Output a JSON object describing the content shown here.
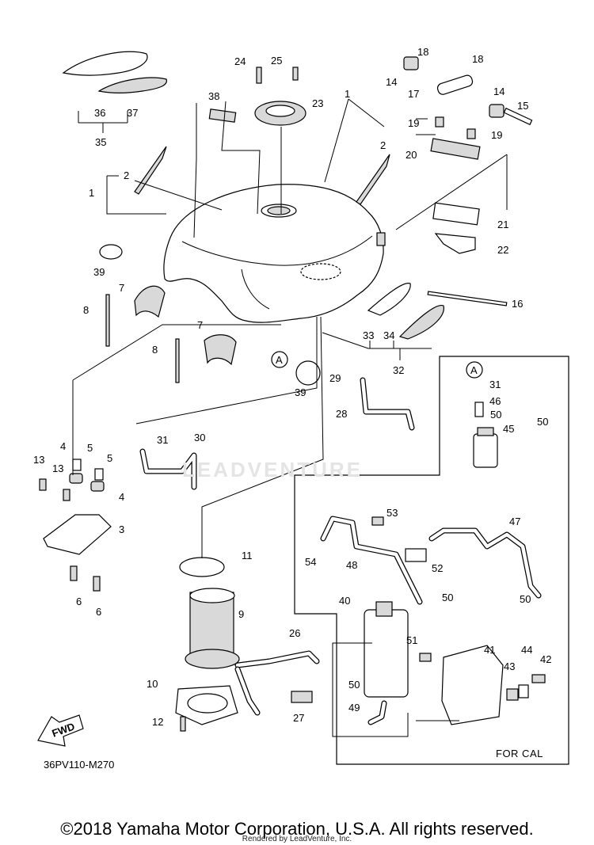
{
  "diagram": {
    "code": "36PV110-M270",
    "for_cal_label": "FOR CAL",
    "fwd_label": "FWD",
    "ref_marker": "A",
    "copyright": "©2018 Yamaha Motor Corporation, U.S.A. All rights reserved.",
    "render_credit": "Rendered by LeadVenture, Inc.",
    "watermark": "LEADVENTURE"
  },
  "callouts": [
    {
      "id": "c1a",
      "text": "1"
    },
    {
      "id": "c1b",
      "text": "1"
    },
    {
      "id": "c2a",
      "text": "2"
    },
    {
      "id": "c2b",
      "text": "2"
    },
    {
      "id": "c3",
      "text": "3"
    },
    {
      "id": "c4a",
      "text": "4"
    },
    {
      "id": "c4b",
      "text": "4"
    },
    {
      "id": "c5a",
      "text": "5"
    },
    {
      "id": "c5b",
      "text": "5"
    },
    {
      "id": "c6a",
      "text": "6"
    },
    {
      "id": "c6b",
      "text": "6"
    },
    {
      "id": "c7a",
      "text": "7"
    },
    {
      "id": "c7b",
      "text": "7"
    },
    {
      "id": "c8a",
      "text": "8"
    },
    {
      "id": "c8b",
      "text": "8"
    },
    {
      "id": "c9",
      "text": "9"
    },
    {
      "id": "c10",
      "text": "10"
    },
    {
      "id": "c11",
      "text": "11"
    },
    {
      "id": "c12",
      "text": "12"
    },
    {
      "id": "c13a",
      "text": "13"
    },
    {
      "id": "c13b",
      "text": "13"
    },
    {
      "id": "c14a",
      "text": "14"
    },
    {
      "id": "c14b",
      "text": "14"
    },
    {
      "id": "c15",
      "text": "15"
    },
    {
      "id": "c16",
      "text": "16"
    },
    {
      "id": "c17",
      "text": "17"
    },
    {
      "id": "c18a",
      "text": "18"
    },
    {
      "id": "c18b",
      "text": "18"
    },
    {
      "id": "c19a",
      "text": "19"
    },
    {
      "id": "c19b",
      "text": "19"
    },
    {
      "id": "c20",
      "text": "20"
    },
    {
      "id": "c21",
      "text": "21"
    },
    {
      "id": "c22",
      "text": "22"
    },
    {
      "id": "c23",
      "text": "23"
    },
    {
      "id": "c24",
      "text": "24"
    },
    {
      "id": "c25",
      "text": "25"
    },
    {
      "id": "c26",
      "text": "26"
    },
    {
      "id": "c27",
      "text": "27"
    },
    {
      "id": "c28",
      "text": "28"
    },
    {
      "id": "c29",
      "text": "29"
    },
    {
      "id": "c30",
      "text": "30"
    },
    {
      "id": "c31a",
      "text": "31"
    },
    {
      "id": "c31b",
      "text": "31"
    },
    {
      "id": "c32",
      "text": "32"
    },
    {
      "id": "c33",
      "text": "33"
    },
    {
      "id": "c34",
      "text": "34"
    },
    {
      "id": "c35",
      "text": "35"
    },
    {
      "id": "c36",
      "text": "36"
    },
    {
      "id": "c37",
      "text": "37"
    },
    {
      "id": "c38",
      "text": "38"
    },
    {
      "id": "c39a",
      "text": "39"
    },
    {
      "id": "c39b",
      "text": "39"
    },
    {
      "id": "c40",
      "text": "40"
    },
    {
      "id": "c41",
      "text": "41"
    },
    {
      "id": "c42",
      "text": "42"
    },
    {
      "id": "c43",
      "text": "43"
    },
    {
      "id": "c44",
      "text": "44"
    },
    {
      "id": "c45",
      "text": "45"
    },
    {
      "id": "c46",
      "text": "46"
    },
    {
      "id": "c47",
      "text": "47"
    },
    {
      "id": "c48",
      "text": "48"
    },
    {
      "id": "c49",
      "text": "49"
    },
    {
      "id": "c50a",
      "text": "50"
    },
    {
      "id": "c50b",
      "text": "50"
    },
    {
      "id": "c50c",
      "text": "50"
    },
    {
      "id": "c50d",
      "text": "50"
    },
    {
      "id": "c50e",
      "text": "50"
    },
    {
      "id": "c51",
      "text": "51"
    },
    {
      "id": "c52",
      "text": "52"
    },
    {
      "id": "c53",
      "text": "53"
    },
    {
      "id": "c54",
      "text": "54"
    }
  ]
}
